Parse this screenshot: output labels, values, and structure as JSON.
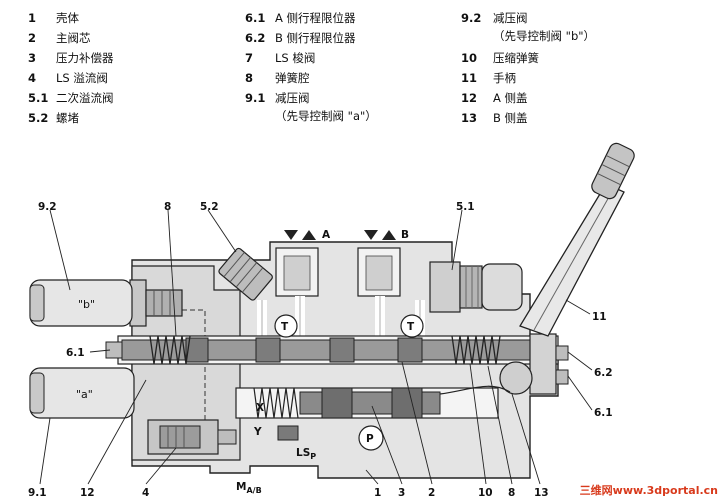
{
  "legend": {
    "col1": [
      {
        "num": "1",
        "label": "壳体"
      },
      {
        "num": "2",
        "label": "主阀芯"
      },
      {
        "num": "3",
        "label": "压力补偿器"
      },
      {
        "num": "4",
        "label": "LS 溢流阀"
      },
      {
        "num": "5.1",
        "label": "二次溢流阀"
      },
      {
        "num": "5.2",
        "label": "螺堵"
      }
    ],
    "col2": [
      {
        "num": "6.1",
        "label": "A 侧行程限位器"
      },
      {
        "num": "6.2",
        "label": "B 侧行程限位器"
      },
      {
        "num": "7",
        "label": "LS 梭阀"
      },
      {
        "num": "8",
        "label": "弹簧腔"
      },
      {
        "num": "9.1",
        "label": "减压阀",
        "sub": "（先导控制阀 \"a\"）"
      }
    ],
    "col3": [
      {
        "num": "9.2",
        "label": "减压阀",
        "sub": "（先导控制阀 \"b\"）"
      },
      {
        "num": "10",
        "label": "压缩弹簧"
      },
      {
        "num": "11",
        "label": "手柄"
      },
      {
        "num": "12",
        "label": "A 侧盖"
      },
      {
        "num": "13",
        "label": "B 侧盖"
      }
    ]
  },
  "diagram": {
    "callouts": {
      "c92": "9.2",
      "c8top": "8",
      "c52": "5.2",
      "c51": "5.1",
      "c11": "11",
      "c61left": "6.1",
      "c62": "6.2",
      "c61right": "6.1",
      "c91": "9.1",
      "c12": "12",
      "c4": "4",
      "c1": "1",
      "c3": "3",
      "c2": "2",
      "c10": "10",
      "c8bot": "8",
      "c13": "13"
    },
    "port_a": "A",
    "port_b": "B",
    "t_left": "T",
    "t_right": "T",
    "port_p": "P",
    "port_x": "X",
    "port_y": "Y",
    "ls_main": "LS",
    "ls_sub": "P",
    "ma_main": "M",
    "ma_sub": "A/B",
    "pilot_b": "\"b\"",
    "pilot_a": "\"a\""
  },
  "watermark": "三维网www.3dportal.cn",
  "colors": {
    "housing": "#e3e3e3",
    "spool": "#8a8a8a",
    "outline": "#222222",
    "watermark": "#d83a1c"
  }
}
